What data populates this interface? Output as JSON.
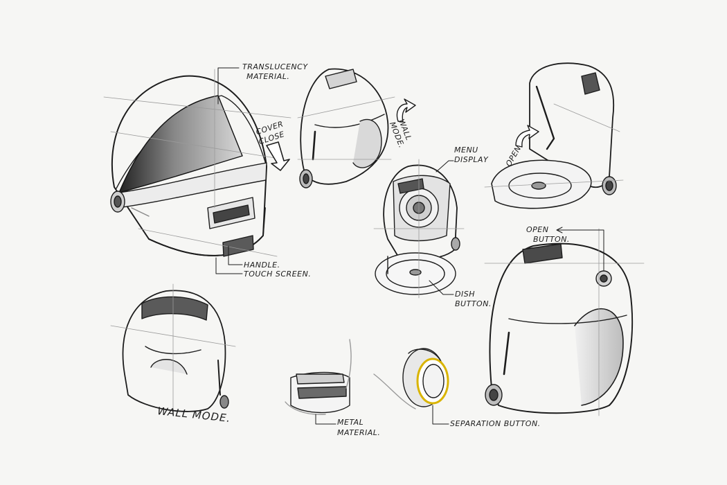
{
  "labels": {
    "translucency_1": "TRANSLUCENCY",
    "translucency_2": "MATERIAL.",
    "cover_close_1": "COVER",
    "cover_close_2": "CLOSE",
    "wall_mode_small_1": "WALL",
    "wall_mode_small_2": "MODE.",
    "menu_display_1": "MENU",
    "menu_display_2": "DISPLAY",
    "open_arrow": "OPEN",
    "open_button_1": "OPEN",
    "open_button_2": "BUTTON.",
    "handle": "HANDLE.",
    "touch_screen": "TOUCH SCREEN.",
    "dish_button_1": "DISH",
    "dish_button_2": "BUTTON.",
    "wall_mode_big": "WALL MODE.",
    "metal_1": "METAL",
    "metal_2": "MATERIAL.",
    "separation_button": "SEPARATION  BUTTON."
  },
  "colors": {
    "paper": "#f6f6f4",
    "ink": "#1c1c1c",
    "light_ink": "#8a8a8a",
    "accent_ring": "#d9b400"
  }
}
